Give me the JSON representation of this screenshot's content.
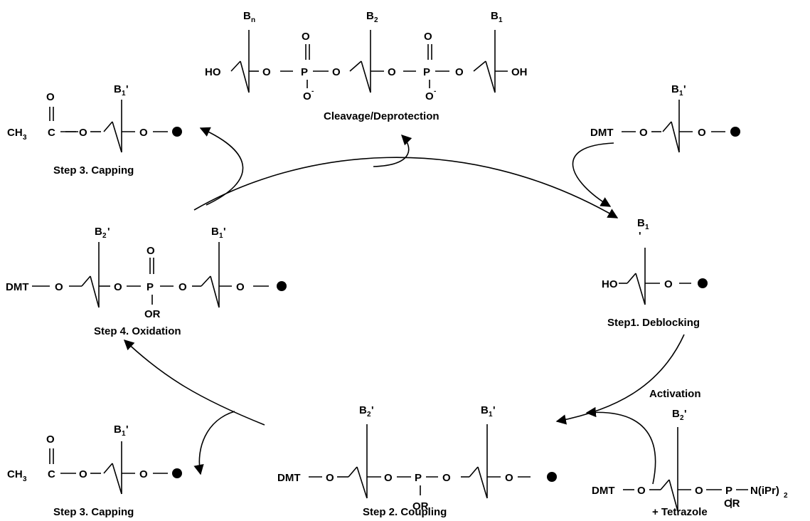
{
  "labels": {
    "capping_top": "Step 3. Capping",
    "cleavage": "Cleavage/Deprotection",
    "oxidation": "Step 4. Oxidation",
    "deblocking": "Step1. Deblocking",
    "capping_bottom": "Step 3. Capping",
    "coupling": "Step 2. Coupling",
    "activation": "Activation",
    "tetrazole": "+ Tetrazole"
  },
  "atoms": {
    "B": "B",
    "sub_n": "n",
    "sub_1": "1",
    "sub_2": "2",
    "sub_3": "3",
    "sub_2_ipr": "2",
    "prime": "'",
    "HO": "HO",
    "OH": "OH",
    "O": "O",
    "P": "P",
    "C": "C",
    "CH": "CH",
    "DMT": "DMT",
    "OR": "OR",
    "minus": "-",
    "NiPr": "N(iPr)"
  }
}
